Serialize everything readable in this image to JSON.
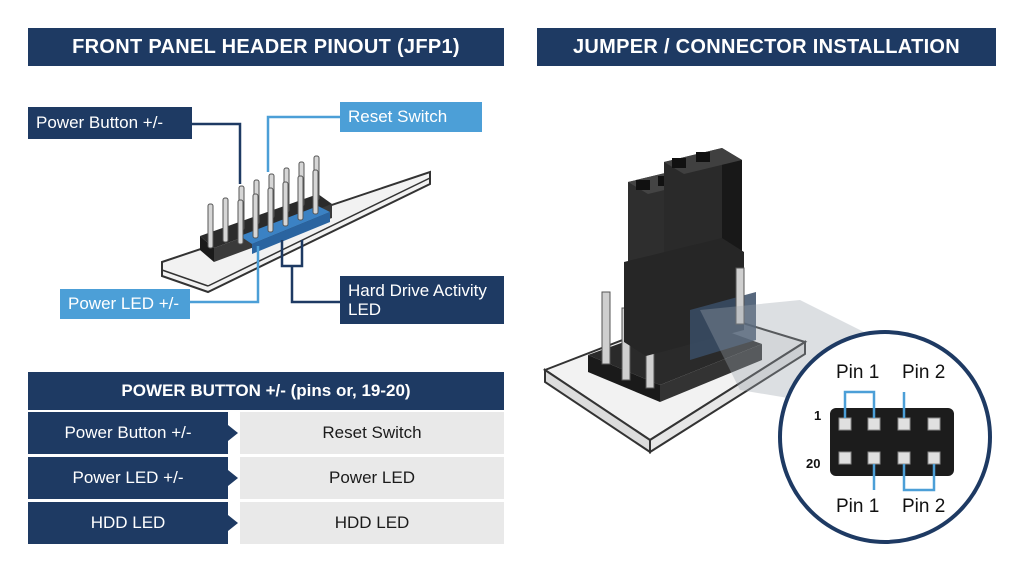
{
  "headers": {
    "left": "FRONT PANEL HEADER PINOUT (JFP1)",
    "right": "JUMPER / CONNECTOR INSTALLATION"
  },
  "callouts": {
    "power_button": "Power Button +/-",
    "reset_switch": "Reset Switch",
    "power_led": "Power LED +/-",
    "hdd_led_line1": "Hard Drive Activity",
    "hdd_led_line2": "LED"
  },
  "table": {
    "title": "POWER BUTTON +/-  (pins or, 19-20)",
    "rows": [
      {
        "left": "Power Button +/-",
        "right": "Reset Switch"
      },
      {
        "left": "Power LED +/-",
        "right": "Power LED"
      },
      {
        "left": "HDD LED",
        "right": "HDD LED"
      }
    ]
  },
  "zoom": {
    "pin1_top": "Pin 1",
    "pin2_top": "Pin 2",
    "pin1_bottom": "Pin 1",
    "pin2_bottom": "Pin 2",
    "row_label_1": "1",
    "row_label_20": "20"
  },
  "colors": {
    "navy": "#1e3a63",
    "accent_blue": "#4c9fd7",
    "row_gray": "#e9e9e9"
  }
}
